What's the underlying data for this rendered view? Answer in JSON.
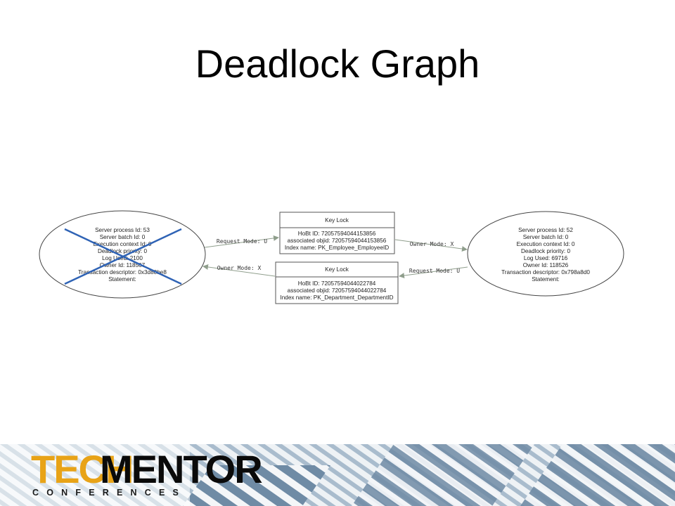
{
  "title": "Deadlock Graph",
  "process_left": {
    "lines": [
      "Server process Id: 53",
      "Server batch Id: 0",
      "Execution context Id: 0",
      "Deadlock priority: 0",
      "Log Used: 2100",
      "Owner Id: 118567",
      "Transaction descriptor: 0x3d80be8",
      "Statement:"
    ],
    "victim": true
  },
  "process_right": {
    "lines": [
      "Server process Id: 52",
      "Server batch Id: 0",
      "Execution context Id: 0",
      "Deadlock priority: 0",
      "Log Used: 69716",
      "Owner Id: 118526",
      "Transaction descriptor: 0x798a8d0",
      "Statement:"
    ]
  },
  "lock_top": {
    "header": "Key Lock",
    "lines": [
      "HoBt ID: 72057594044153856",
      "associated objid: 72057594044153856",
      "Index name: PK_Employee_EmployeeID"
    ]
  },
  "lock_bottom": {
    "header": "Key Lock",
    "lines": [
      "HoBt ID: 72057594044022784",
      "associated objid: 72057594044022784",
      "Index name: PK_Department_DepartmentID"
    ]
  },
  "edges": {
    "left_to_top": "Request Mode: U",
    "top_to_right": "Owner Mode: X",
    "right_to_bottom": "Request Mode: U",
    "bottom_to_left": "Owner Mode: X"
  },
  "logo": {
    "tech": "TECH",
    "mentor": "MENTOR",
    "conferences": "CONFERENCES"
  },
  "colors": {
    "victim_x": "#2f63b5",
    "logo_gold": "#e8a317",
    "banner_stripes": "#9fb4c7"
  }
}
